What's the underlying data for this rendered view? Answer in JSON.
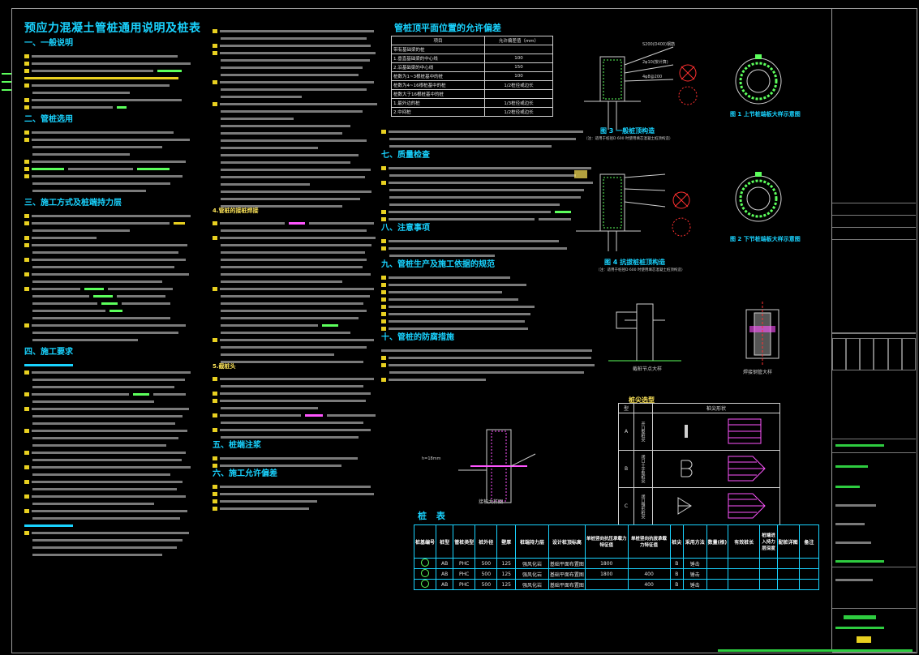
{
  "title": "预应力混凝土管桩通用说明及桩表",
  "left_sections": [
    {
      "head": "一、一般说明",
      "lines": 8
    },
    {
      "head": "二、管桩选用",
      "lines": 9
    },
    {
      "head": "三、施工方式及桩端持力层",
      "lines": 22
    },
    {
      "head": "四、施工要求",
      "lines": 30
    }
  ],
  "mid_sections": [
    {
      "head": "4.管桩的接桩焊接",
      "lines": 20
    },
    {
      "head": "5.截桩头",
      "lines": 5
    },
    {
      "head": "五、桩端注浆",
      "lines": 3
    },
    {
      "head": "六、施工允许偏差",
      "lines": 5
    }
  ],
  "deviation": {
    "title": "管桩顶平面位置的允许偏差",
    "col1": "项目",
    "col2": "允许偏差值（mm）",
    "rows": [
      [
        "带有基础梁的桩",
        "",
        ""
      ],
      [
        "1.垂直基础梁的中心线",
        "100",
        ""
      ],
      [
        "2.沿基础梁的中心线",
        "150",
        ""
      ],
      [
        "桩数为1~3根桩基中的桩",
        "100",
        ""
      ],
      [
        "桩数为4~16根桩基中的桩",
        "1/2桩径或边长",
        ""
      ],
      [
        "桩数大于16根桩基中的桩",
        "",
        ""
      ],
      [
        "1.最外边的桩",
        "1/3桩径或边长",
        ""
      ],
      [
        "2.中间桩",
        "1/2桩径或边长",
        ""
      ]
    ]
  },
  "right_sections": [
    {
      "head": "七、质量检查",
      "lines": 8
    },
    {
      "head": "八、注意事项",
      "lines": 3
    },
    {
      "head": "九、管桩生产及施工依据的规范",
      "lines": 8
    },
    {
      "head": "十、管桩的防腐措施",
      "lines": 5
    }
  ],
  "figures": {
    "fig3": "图 3 一般桩顶构造",
    "fig3_note": "（注：适用于桩径D 600 时使用填芯混凝土桩顶构造）",
    "fig4": "图 4 抗拔桩桩顶构造",
    "fig4_note": "（注：适用于桩径D 600 时使用填芯混凝土桩顶构造）",
    "fig1": "图 1 上节桩端板大样示意图",
    "fig2": "图 2 下节桩端板大样示意图",
    "joint": "接桩大样图",
    "cut": "截桩节点大样",
    "steel": "焊接钢管大样",
    "label_1": "S200(D400)钢筋",
    "label_2": "2φ10(按计算)",
    "label_3": "4φ8@200",
    "label_4": "h=18mm"
  },
  "tip_table": {
    "title": "桩尖选型",
    "h1": "型",
    "h2": "桩尖形状",
    "rows": [
      {
        "type": "A",
        "name": "开口型桩尖"
      },
      {
        "type": "B",
        "name": "闭口十字型桩尖"
      },
      {
        "type": "C",
        "name": "闭口锥形桩尖"
      }
    ]
  },
  "pile_table": {
    "title": "桩  表",
    "headers": [
      "桩基编号",
      "桩型",
      "管桩类型",
      "桩外径",
      "壁厚",
      "桩端持力层",
      "设计桩顶标高",
      "单桩竖向抗压承载力特征值",
      "单桩竖向抗拔承载力特征值",
      "桩尖",
      "采用方法",
      "数量(根)",
      "有效桩长",
      "桩端进入持力层深度",
      "配桩详图",
      "备注"
    ],
    "rows": [
      [
        "",
        "AB",
        "PHC",
        "500",
        "125",
        "强风化岩",
        "基础平面布置图",
        "1800",
        "",
        "B",
        "锤击",
        "",
        "",
        "",
        "",
        ""
      ],
      [
        "",
        "AB",
        "PHC",
        "500",
        "125",
        "强风化岩",
        "基础平面布置图",
        "1800",
        "400",
        "B",
        "锤击",
        "",
        "",
        "",
        "",
        ""
      ],
      [
        "",
        "AB",
        "PHC",
        "500",
        "125",
        "强风化岩",
        "基础平面布置图",
        "",
        "400",
        "B",
        "锤击",
        "",
        "",
        "",
        "",
        ""
      ]
    ]
  },
  "colors": {
    "heading": "#19d3ff",
    "highlight": "#ffe65a",
    "accent_green": "#2ecc40",
    "accent_magenta": "#ff55ff",
    "line": "#d0d0d0"
  }
}
